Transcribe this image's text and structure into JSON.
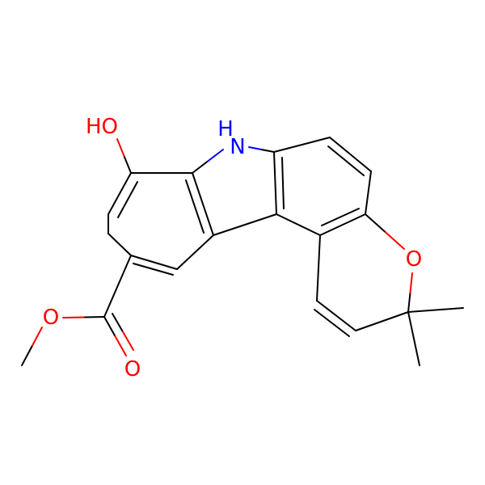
{
  "molecule": {
    "atoms": {
      "OH": {
        "text": "HO",
        "color": "#ff0000"
      },
      "NH": {
        "text": "H",
        "color": "#0000ff"
      },
      "N": {
        "text": "N",
        "color": "#0000ff"
      },
      "O_ring": {
        "text": "O",
        "color": "#ff0000"
      },
      "O_ester": {
        "text": "O",
        "color": "#ff0000"
      },
      "O_carbonyl": {
        "text": "O",
        "color": "#ff0000"
      }
    },
    "colors": {
      "bond": "#000000",
      "oxygen": "#ff0000",
      "nitrogen": "#0000ff",
      "background": "#ffffff"
    }
  }
}
